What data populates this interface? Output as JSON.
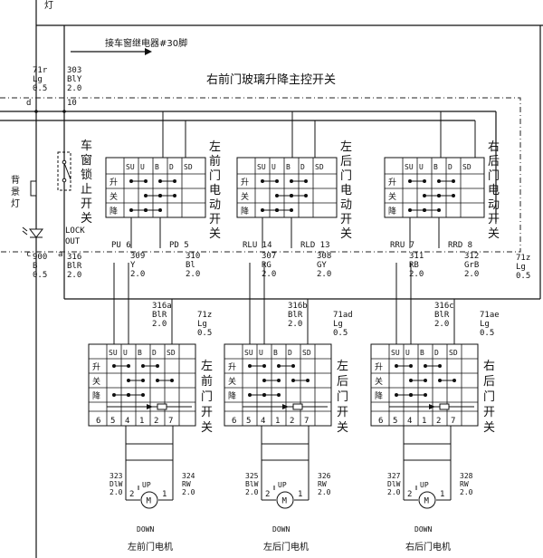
{
  "top_label": "灯",
  "signal_label": "接车窗继电器#30脚",
  "master_title": "右前门玻璃升降主控开关",
  "node_d": "d",
  "node_c": "c",
  "node_a": "a",
  "wires": {
    "w71r": [
      "71r",
      "Lg",
      "0.5"
    ],
    "w303": [
      "303",
      "BlY",
      "2.0"
    ],
    "w10": "10",
    "w900": [
      "900",
      "B",
      "0.5"
    ],
    "w316": [
      "316",
      "BlR",
      "2.0"
    ],
    "w71z_right": [
      "71z",
      "Lg",
      "0.5"
    ]
  },
  "lock_switch": {
    "label": "车窗锁止开关",
    "lock": "LOCK",
    "out": "OUT"
  },
  "backlight": "背景灯",
  "header_cols": [
    "SU",
    "U",
    "B",
    "D",
    "SD"
  ],
  "row_labels": [
    "升",
    "关",
    "降"
  ],
  "master_switches": [
    {
      "name": "左前门电动开关",
      "pins": [
        "PU",
        "6",
        "PD",
        "5"
      ],
      "w1": [
        "309",
        "Y",
        "2.0"
      ],
      "w2": [
        "310",
        "Bl",
        "2.0"
      ]
    },
    {
      "name": "左后门电动开关",
      "pins": [
        "RLU",
        "14",
        "RLD",
        "13"
      ],
      "w1": [
        "307",
        "RG",
        "2.0"
      ],
      "w2": [
        "308",
        "GY",
        "2.0"
      ]
    },
    {
      "name": "右后门电动开关",
      "pins": [
        "RRU",
        "7",
        "RRD",
        "8"
      ],
      "w1": [
        "311",
        "RB",
        "2.0"
      ],
      "w2": [
        "312",
        "GrB",
        "2.0"
      ]
    }
  ],
  "door_switches": [
    {
      "name": "左前门开关",
      "feed": [
        "316a",
        "BlR",
        "2.0"
      ],
      "gnd": [
        "71z",
        "Lg",
        "0.5"
      ]
    },
    {
      "name": "左后门开关",
      "feed": [
        "316b",
        "BlR",
        "2.0"
      ],
      "gnd": [
        "71ad",
        "Lg",
        "0.5"
      ]
    },
    {
      "name": "右后门开关",
      "feed": [
        "316c",
        "BlR",
        "2.0"
      ],
      "gnd": [
        "71ae",
        "Lg",
        "0.5"
      ]
    }
  ],
  "pin_numbers": [
    "6",
    "5",
    "4",
    "1",
    "2",
    "7"
  ],
  "motors": [
    {
      "name": "左前门电机",
      "w1": [
        "323",
        "DlW",
        "2.0"
      ],
      "w2": [
        "324",
        "RW",
        "2.0"
      ]
    },
    {
      "name": "左后门电机",
      "w1": [
        "325",
        "BlW",
        "2.0"
      ],
      "w2": [
        "326",
        "RW",
        "2.0"
      ]
    },
    {
      "name": "右后门电机",
      "w1": [
        "327",
        "DlW",
        "2.0"
      ],
      "w2": [
        "328",
        "RW",
        "2.0"
      ]
    }
  ],
  "motor_pins": [
    "2",
    "1"
  ],
  "motor_symbol": "M",
  "up_label": "UP",
  "down_label": "DOWN"
}
